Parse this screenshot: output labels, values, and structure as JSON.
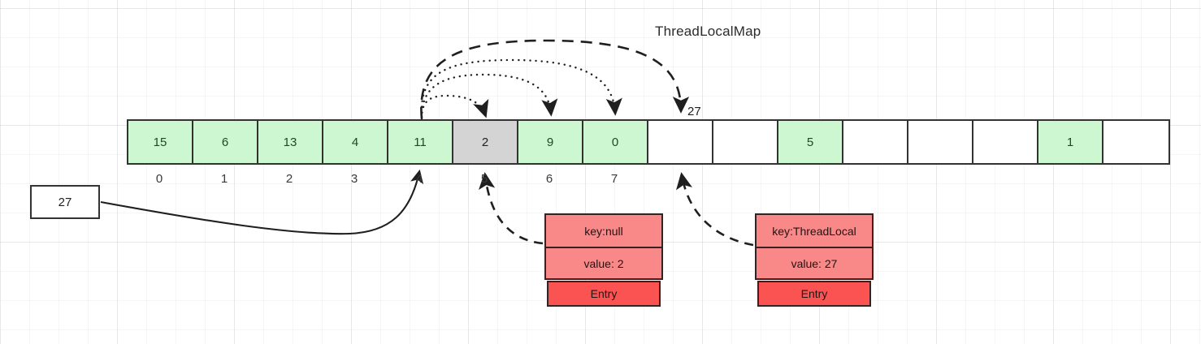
{
  "diagram": {
    "title": "ThreadLocalMap",
    "source_value": "27",
    "hash_target_label": "27"
  },
  "array": {
    "cells": [
      {
        "value": "15",
        "state": "green"
      },
      {
        "value": "6",
        "state": "green"
      },
      {
        "value": "13",
        "state": "green"
      },
      {
        "value": "4",
        "state": "green"
      },
      {
        "value": "11",
        "state": "green"
      },
      {
        "value": "2",
        "state": "gray"
      },
      {
        "value": "9",
        "state": "green"
      },
      {
        "value": "0",
        "state": "green"
      },
      {
        "value": "",
        "state": "empty"
      },
      {
        "value": "",
        "state": "empty"
      },
      {
        "value": "5",
        "state": "green"
      },
      {
        "value": "",
        "state": "empty"
      },
      {
        "value": "",
        "state": "empty"
      },
      {
        "value": "",
        "state": "empty"
      },
      {
        "value": "1",
        "state": "green"
      },
      {
        "value": "",
        "state": "empty"
      }
    ],
    "index_labels": [
      "0",
      "1",
      "2",
      "3",
      "4",
      "5",
      "6",
      "7"
    ]
  },
  "entries": [
    {
      "id": "entry-left",
      "key": "key:null",
      "value": "value: 2",
      "type": "Entry",
      "points_to_index": 5
    },
    {
      "id": "entry-right",
      "key": "key:ThreadLocal",
      "value": "value: 27",
      "type": "Entry",
      "points_to_index": 8
    }
  ],
  "colors": {
    "cell_green": "#ccf7d0",
    "cell_gray": "#d4d4d4",
    "cell_empty": "#ffffff",
    "entry_field": "#f98888",
    "entry_type": "#fb5252",
    "stroke": "#333333"
  }
}
